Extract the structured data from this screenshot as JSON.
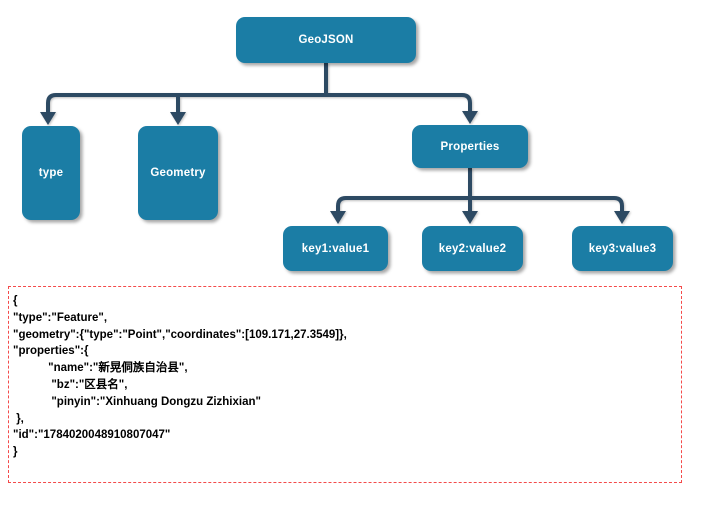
{
  "diagram": {
    "nodes": [
      {
        "id": "geojson",
        "label": "GeoJSON"
      },
      {
        "id": "type",
        "label": "type"
      },
      {
        "id": "geometry",
        "label": "Geometry"
      },
      {
        "id": "properties",
        "label": "Properties"
      },
      {
        "id": "key1",
        "label": "key1:value1"
      },
      {
        "id": "key2",
        "label": "key2:value2"
      },
      {
        "id": "key3",
        "label": "key3:value3"
      }
    ],
    "edges": [
      {
        "from": "GeoJSON",
        "to": "type"
      },
      {
        "from": "GeoJSON",
        "to": "Geometry"
      },
      {
        "from": "GeoJSON",
        "to": "Properties"
      },
      {
        "from": "Properties",
        "to": "key1:value1"
      },
      {
        "from": "Properties",
        "to": "key2:value2"
      },
      {
        "from": "Properties",
        "to": "key3:value3"
      }
    ]
  },
  "code_block": {
    "text": "{\n\"type\":\"Feature\",\n\"geometry\":{\"type\":\"Point\",\"coordinates\":[109.171,27.3549]},\n\"properties\":{\n           \"name\":\"新晃侗族自治县\",\n            \"bz\":\"区县名\",\n            \"pinyin\":\"Xinhuang Dongzu Zizhixian\"\n },\n\"id\":\"1784020048910807047\"\n}"
  },
  "colors": {
    "node_fill": "#1b7da5",
    "node_text": "#ffffff",
    "connector": "#2d4a63",
    "code_border": "#f44a4a",
    "code_text": "#000000",
    "background": "#ffffff"
  }
}
